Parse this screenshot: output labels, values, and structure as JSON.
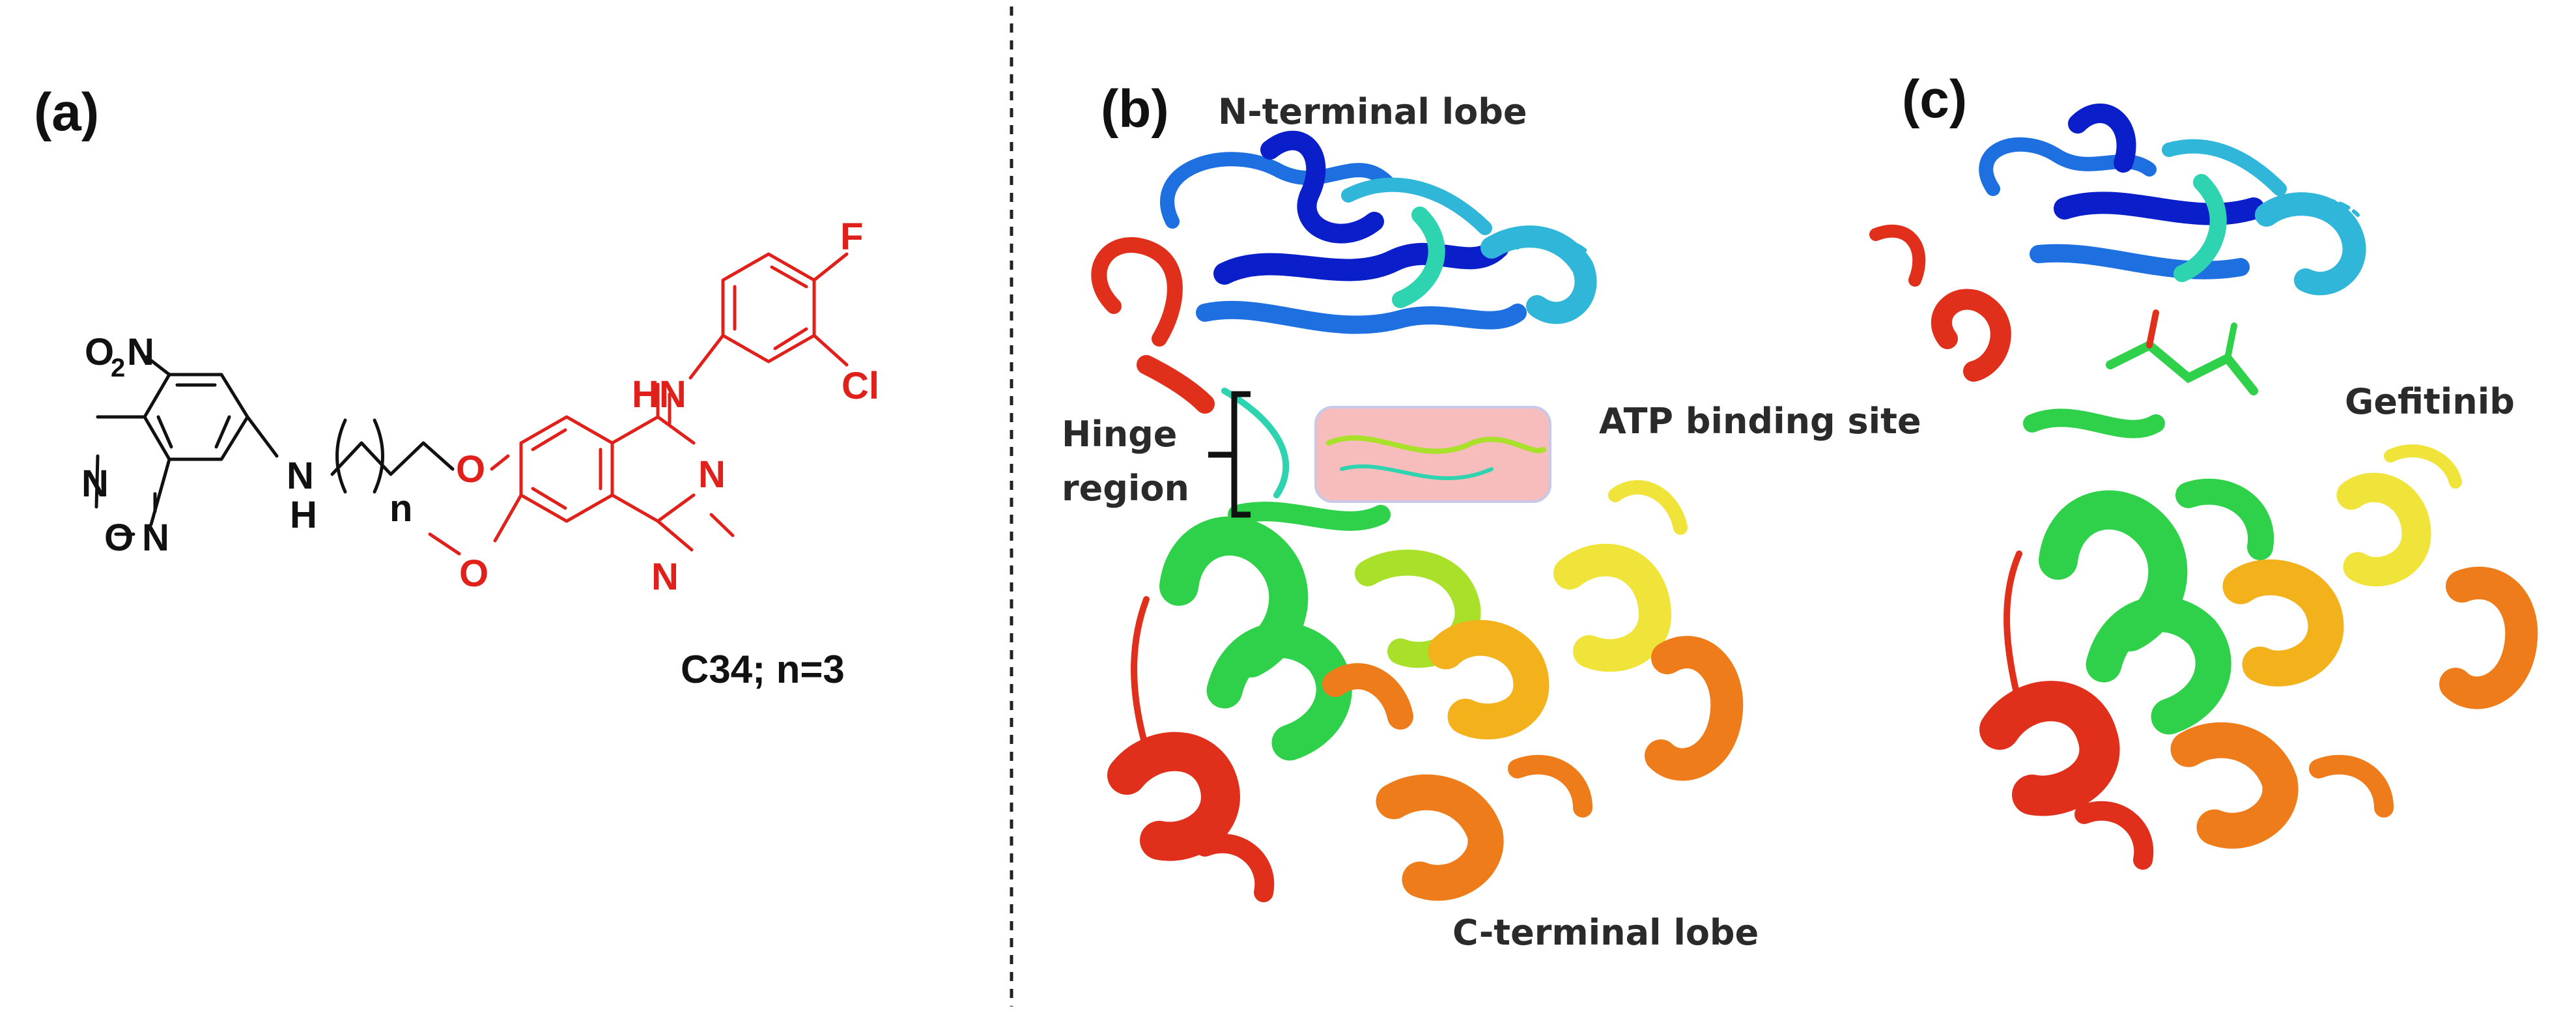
{
  "colors": {
    "black_structure": "#111111",
    "red_structure": "#e0201b",
    "divider": "#222222",
    "atp_box": "#f4a6a6",
    "protein_palette": [
      "#0a1fc9",
      "#1e6fe0",
      "#2fb6d8",
      "#2ed3b0",
      "#2fd14a",
      "#a8e02a",
      "#f0e33a",
      "#f3b21c",
      "#ee7c1a",
      "#e0301b"
    ]
  },
  "panel_a": {
    "label": "(a)",
    "atoms": {
      "o2n": "O",
      "o2n_sub": "2",
      "o2n_n": "N",
      "ring_n1": "N",
      "ring_o": "O",
      "ring_n2": "N",
      "nh_n": "N",
      "nh_h": "H",
      "chain_n": "n",
      "o_ether": "O",
      "o_methoxy": "O",
      "hn": "HN",
      "n_pyr1": "N",
      "n_pyr2": "N",
      "f": "F",
      "cl": "Cl"
    },
    "compound_label": "C34; n=3"
  },
  "panel_b": {
    "label": "(b)",
    "n_terminal": "N-terminal lobe",
    "c_terminal": "C-terminal lobe",
    "hinge_line1": "Hinge",
    "hinge_line2": "region",
    "atp_site": "ATP binding site"
  },
  "panel_c": {
    "label": "(c)",
    "ligand": "Gefitinib"
  }
}
